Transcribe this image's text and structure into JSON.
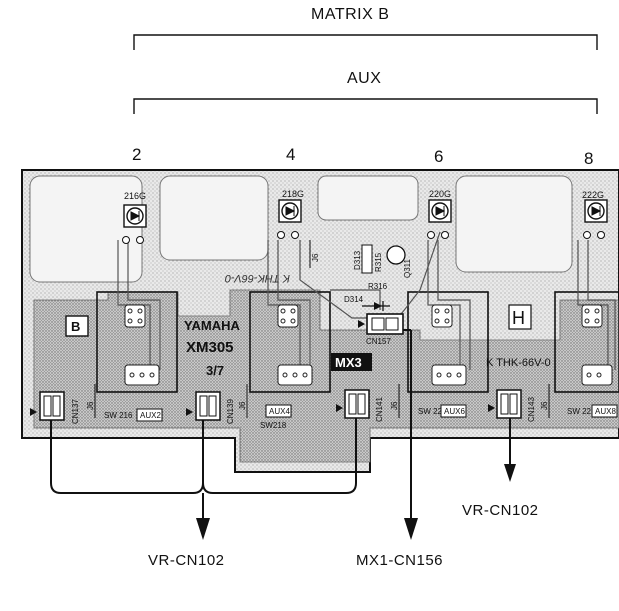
{
  "headers": {
    "matrix": "MATRIX B",
    "aux": "AUX"
  },
  "columns": [
    "2",
    "4",
    "6",
    "8"
  ],
  "leds": [
    "216G",
    "218G",
    "220G",
    "222G"
  ],
  "board": {
    "maker": "YAMAHA",
    "model": "XM305",
    "sheet": "3/7",
    "section_box": "B",
    "section_h": "H",
    "mx_label": "MX3",
    "ul_marking": "K THK-66V-0",
    "ul_marking_mirrored": "K THK-66V-0"
  },
  "parts": {
    "d313": "D313",
    "r315": "R315",
    "q311": "Q311",
    "r316": "R316",
    "d314": "D314",
    "cn157": "CN157",
    "j6": "J6"
  },
  "connectors": [
    "CN137",
    "CN139",
    "CN141",
    "CN143"
  ],
  "switches": [
    "SW 216",
    "SW218",
    "SW 220",
    "SW 222"
  ],
  "aux_boxes": [
    "AUX2",
    "AUX4",
    "AUX6",
    "AUX8"
  ],
  "destinations": {
    "left": "VR-CN102",
    "center": "MX1-CN156",
    "right": "VR-CN102"
  }
}
